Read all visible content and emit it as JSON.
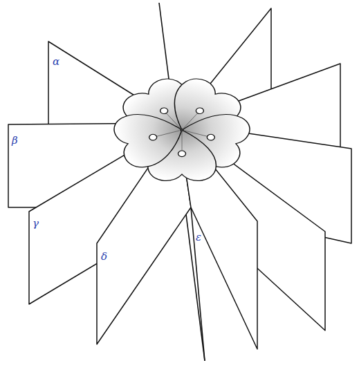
{
  "diagram": {
    "labels": [
      "α",
      "β",
      "γ",
      "δ",
      "ε"
    ]
  }
}
